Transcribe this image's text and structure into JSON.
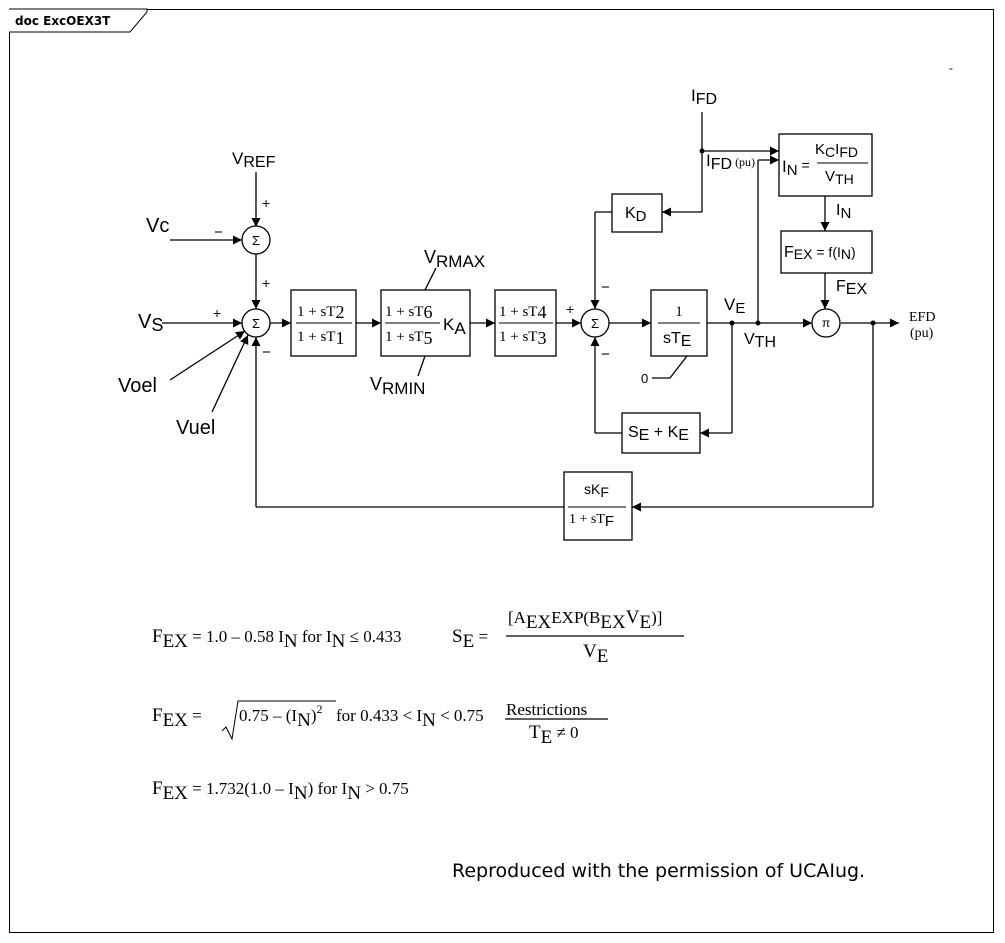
{
  "frame": {
    "title": "doc ExcOEX3T",
    "dash": "-"
  },
  "signals": {
    "vref": [
      "V",
      "REF"
    ],
    "vc": "Vc",
    "vs": [
      "V",
      "S"
    ],
    "voel": "Voel",
    "vuel": "Vuel",
    "ifd": [
      "I",
      "FD"
    ],
    "ifd_pu": [
      "I",
      "FD",
      " (pu)"
    ],
    "in_sig": [
      "I",
      "N"
    ],
    "fex_sig": [
      "F",
      "EX"
    ],
    "ve": [
      "V",
      "E"
    ],
    "vth": [
      "V",
      "TH"
    ],
    "efd": "EFD",
    "efd_pu": "(pu)",
    "vrmax": [
      "V",
      "RMAX"
    ],
    "vrmin": [
      "V",
      "RMIN"
    ],
    "zero": "0",
    "plus": "+",
    "minus": "−",
    "sigma": "Σ",
    "pi": "π"
  },
  "blocks": {
    "lead_lag_1": {
      "num": [
        "1 + sT",
        "2"
      ],
      "den": [
        "1 + sT",
        "1"
      ]
    },
    "lead_lag_2": {
      "num": [
        "1 + sT",
        "6"
      ],
      "den": [
        "1 + sT",
        "5"
      ],
      "gain": [
        "K",
        "A"
      ]
    },
    "lead_lag_3": {
      "num": [
        "1 + sT",
        "4"
      ],
      "den": [
        "1 + sT",
        "3"
      ]
    },
    "kd": [
      "K",
      "D"
    ],
    "integrator": {
      "num": "1",
      "den": [
        "sT",
        "E"
      ]
    },
    "in_calc": {
      "lhs": [
        "I",
        "N",
        " ="
      ],
      "num": [
        "K",
        "C",
        "I",
        "FD"
      ],
      "den": [
        "V",
        "TH"
      ]
    },
    "fex_calc": [
      "F",
      "EX",
      " = f(I",
      "N",
      ")"
    ],
    "saturation": [
      "S",
      "E",
      " + K",
      "E"
    ],
    "feedback": {
      "num": [
        "sK",
        "F"
      ],
      "den": [
        "1 + sT",
        "F"
      ]
    }
  },
  "equations": {
    "eq1_lhs": [
      "F",
      "EX",
      " = 1.0 – 0.58 I",
      "N",
      " for I",
      "N",
      " ≤ 0.433"
    ],
    "se_lhs": [
      "S",
      "E",
      " ="
    ],
    "se_num": [
      "[A",
      "EX",
      "EXP(B",
      "EX",
      "V",
      "E",
      ")]"
    ],
    "se_den": [
      "V",
      "E"
    ],
    "eq2_lhs": [
      "F",
      "EX",
      " ="
    ],
    "eq2_rad": [
      "0.75 – (I",
      "N",
      ")",
      "2"
    ],
    "eq2_cond": [
      " for 0.433 < I",
      "N",
      " < 0.75"
    ],
    "restrictions": "Restrictions",
    "restrictions_cond": [
      "T",
      "E",
      " ≠ 0"
    ],
    "eq3": [
      "F",
      "EX",
      " = 1.732(1.0 – I",
      "N",
      ") for I",
      "N",
      " > 0.75"
    ]
  },
  "footer": {
    "permission": "Reproduced with the permission of UCAIug."
  }
}
